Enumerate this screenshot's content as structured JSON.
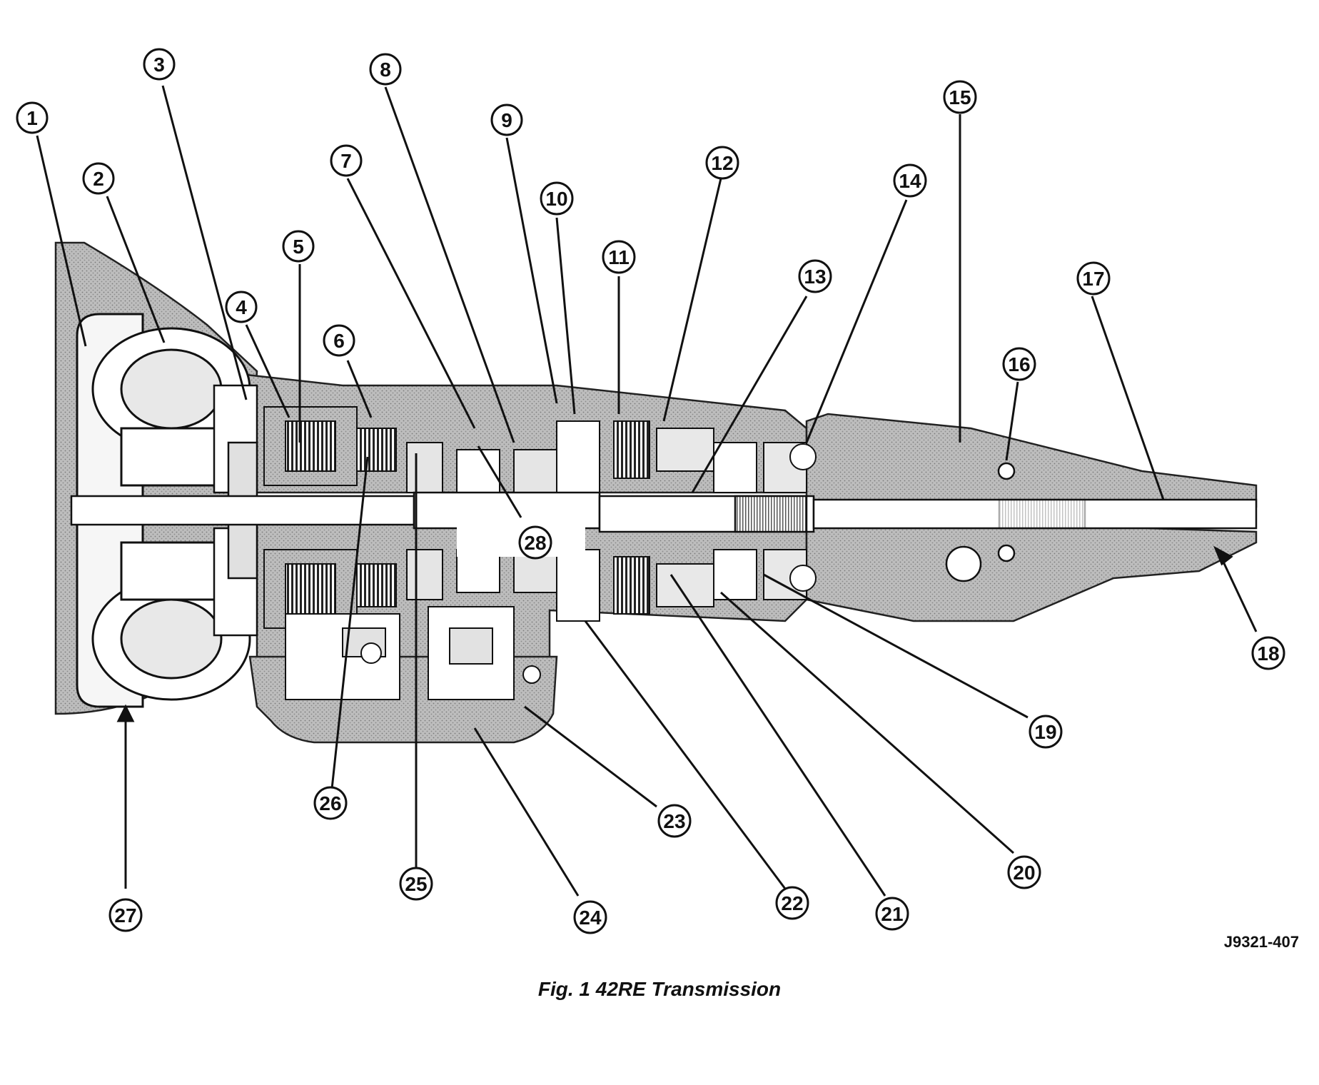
{
  "figure": {
    "id_code": "J9321-407",
    "caption": "Fig. 1 42RE Transmission"
  },
  "callouts": [
    {
      "label": "1"
    },
    {
      "label": "2"
    },
    {
      "label": "3"
    },
    {
      "label": "4"
    },
    {
      "label": "5"
    },
    {
      "label": "6"
    },
    {
      "label": "7"
    },
    {
      "label": "8"
    },
    {
      "label": "9"
    },
    {
      "label": "10"
    },
    {
      "label": "11"
    },
    {
      "label": "12"
    },
    {
      "label": "13"
    },
    {
      "label": "14"
    },
    {
      "label": "15"
    },
    {
      "label": "16"
    },
    {
      "label": "17"
    },
    {
      "label": "18"
    },
    {
      "label": "19"
    },
    {
      "label": "20"
    },
    {
      "label": "21"
    },
    {
      "label": "22"
    },
    {
      "label": "23"
    },
    {
      "label": "24"
    },
    {
      "label": "25"
    },
    {
      "label": "26"
    },
    {
      "label": "27"
    },
    {
      "label": "28"
    }
  ]
}
